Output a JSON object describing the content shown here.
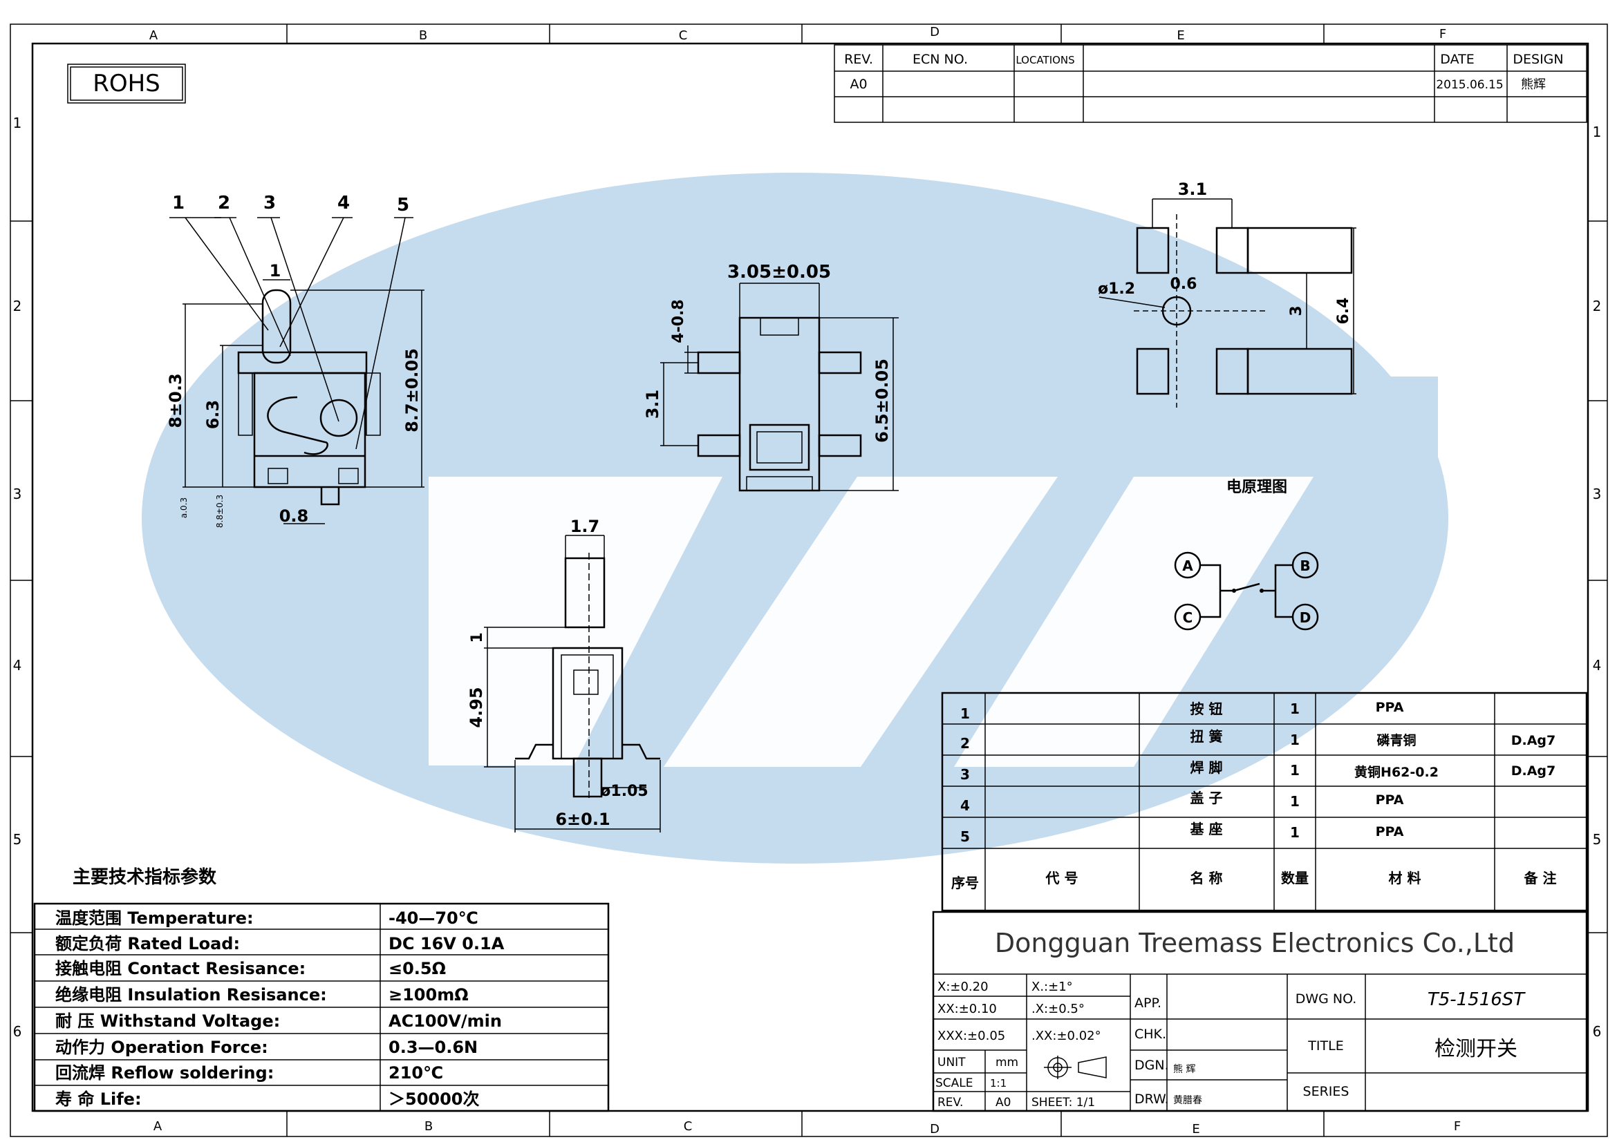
{
  "frame": {
    "cols_top": [
      "A",
      "B",
      "C",
      "D",
      "E",
      "F"
    ],
    "cols_bottom": [
      "A",
      "B",
      "C",
      "D",
      "E",
      "F"
    ],
    "rows": [
      "1",
      "2",
      "3",
      "4",
      "5",
      "6"
    ]
  },
  "rohs": "ROHS",
  "revision": {
    "headers": {
      "rev": "REV.",
      "ecn": "ECN NO.",
      "locations": "LOCATIONS",
      "date": "DATE",
      "design": "DESIGN"
    },
    "row": {
      "rev": "A0",
      "date": "2015.06.15",
      "design": "熊辉"
    }
  },
  "side_view": {
    "balloons": [
      "1",
      "2",
      "3",
      "4",
      "5"
    ],
    "dims": {
      "top": "1",
      "h_left": "8±0.3",
      "h_inner": "6.3",
      "h_right": "8.7±0.05",
      "bottom": "0.8",
      "note1": "a.0.3",
      "note2": "8.8±0.3"
    }
  },
  "top_view": {
    "dims": {
      "width": "3.05±0.05",
      "small": "4-0.8",
      "left": "3.1",
      "right": "6.5±0.05"
    }
  },
  "front_view": {
    "dims": {
      "top": "1.7",
      "h1": "1",
      "h2": "4.95",
      "pin": "ø1.05",
      "width": "6±0.1"
    }
  },
  "pcb_layout": {
    "dims": {
      "width": "3.1",
      "hole": "ø1.2",
      "gap": "0.6",
      "h_inner": "3",
      "h_outer": "6.4"
    },
    "title": "电原理图"
  },
  "schematic": {
    "terminals": [
      "A",
      "B",
      "C",
      "D"
    ]
  },
  "bom": {
    "rows": [
      {
        "no": "1",
        "code": "",
        "name": "按 钮",
        "qty": "1",
        "material": "PPA",
        "note": ""
      },
      {
        "no": "2",
        "code": "",
        "name": "扭 簧",
        "qty": "1",
        "material": "磷青铜",
        "note": "D.Ag7"
      },
      {
        "no": "3",
        "code": "",
        "name": "焊 脚",
        "qty": "1",
        "material": "黄铜H62-0.2",
        "note": "D.Ag7"
      },
      {
        "no": "4",
        "code": "",
        "name": "盖 子",
        "qty": "1",
        "material": "PPA",
        "note": ""
      },
      {
        "no": "5",
        "code": "",
        "name": "基 座",
        "qty": "1",
        "material": "PPA",
        "note": ""
      }
    ],
    "header": {
      "no": "序号",
      "code": "代 号",
      "name": "名 称",
      "qty": "数量",
      "material": "材 料",
      "note": "备 注"
    }
  },
  "specs": {
    "title": "主要技术指标参数",
    "rows": [
      {
        "label": "温度范围 Temperature:",
        "value": "-40—70℃"
      },
      {
        "label": "额定负荷 Rated Load:",
        "value": "DC 16V 0.1A"
      },
      {
        "label": "接触电阻 Contact Resisance:",
        "value": "≤0.5Ω"
      },
      {
        "label": "绝缘电阻 Insulation Resisance:",
        "value": "≥100mΩ"
      },
      {
        "label": "耐 压 Withstand Voltage:",
        "value": "AC100V/min"
      },
      {
        "label": "动作力 Operation Force:",
        "value": "0.3—0.6N"
      },
      {
        "label": "回流焊 Reflow soldering:",
        "value": "210℃"
      },
      {
        "label": "寿 命 Life:",
        "value": "＞50000次"
      }
    ]
  },
  "title_block": {
    "company": "Dongguan Treemass Electronics Co.,Ltd",
    "tol": {
      "x": "X:±0.20",
      "ang1": "X.:±1°",
      "xx": "XX:±0.10",
      "ang2": ".X:±0.5°",
      "xxx": "XXX:±0.05",
      "ang3": ".XX:±0.02°"
    },
    "unit_label": "UNIT",
    "unit": "mm",
    "scale_label": "SCALE",
    "scale": "1:1",
    "rev_label": "REV.",
    "rev": "A0",
    "sheet": "SHEET: 1/1",
    "app": "APP.",
    "chk": "CHK.",
    "dgn": "DGN.",
    "dgn_name": "熊 辉",
    "drw": "DRW.",
    "drw_name": "黄腊春",
    "dwg_label": "DWG NO.",
    "dwg": "T5-1516ST",
    "title_label": "TITLE",
    "title": "检测开关",
    "series_label": "SERIES",
    "series": ""
  },
  "colors": {
    "blue": "#c5dbee",
    "orange": "#fde8c7",
    "text": "#000000",
    "company": "#333333"
  }
}
